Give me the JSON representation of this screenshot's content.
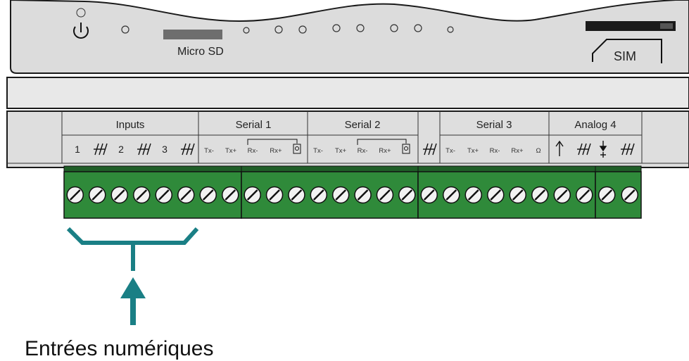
{
  "device": {
    "microsd_label": "Micro SD",
    "sim_label": "SIM",
    "sections": [
      {
        "title": "Inputs"
      },
      {
        "title": "Serial 1"
      },
      {
        "title": "Serial 2"
      },
      {
        "title": "Serial 3"
      },
      {
        "title": "Analog 4"
      }
    ],
    "input_numbers": [
      "1",
      "2",
      "3"
    ],
    "serial_pins": [
      "Tx-",
      "Tx+",
      "Rx-",
      "Rx+"
    ],
    "serial3_extra": "Ω"
  },
  "caption": "Entrées numériques",
  "colors": {
    "terminal_green": "#2f8a3a",
    "terminal_dark": "#1f5e27",
    "callout_teal": "#1a7f85",
    "housing": "#dedede"
  },
  "terminal_counts": [
    8,
    8,
    8,
    2
  ]
}
